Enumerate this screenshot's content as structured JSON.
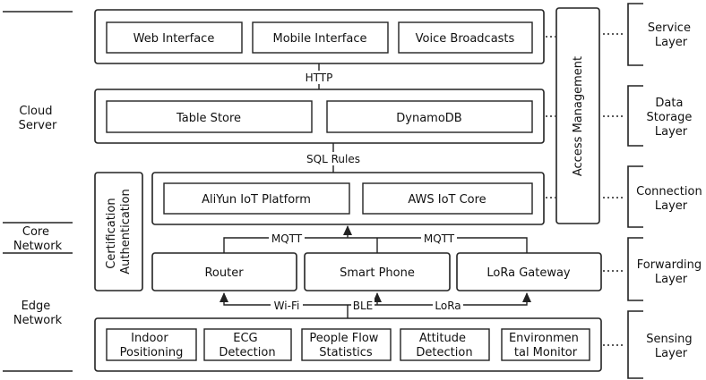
{
  "left_sections": {
    "cloud": [
      "Cloud",
      "Server"
    ],
    "core": [
      "Core",
      "Network"
    ],
    "edge": [
      "Edge",
      "Network"
    ]
  },
  "layers": {
    "service": [
      "Service",
      "Layer"
    ],
    "storage": [
      "Data",
      "Storage",
      "Layer"
    ],
    "connection": [
      "Connection",
      "Layer"
    ],
    "forwarding": [
      "Forwarding",
      "Layer"
    ],
    "sensing": [
      "Sensing",
      "Layer"
    ]
  },
  "service": {
    "items": [
      "Web Interface",
      "Mobile Interface",
      "Voice Broadcasts"
    ]
  },
  "storage": {
    "items": [
      "Table Store",
      "DynamoDB"
    ]
  },
  "connection": {
    "items": [
      "AliYun IoT Platform",
      "AWS IoT Core"
    ]
  },
  "forwarding": {
    "items": [
      "Router",
      "Smart Phone",
      "LoRa Gateway"
    ]
  },
  "sensing": {
    "items": [
      [
        "Indoor",
        "Positioning"
      ],
      [
        "ECG",
        "Detection"
      ],
      [
        "People Flow",
        "Statistics"
      ],
      [
        "Attitude",
        "Detection"
      ],
      [
        "Environmen",
        "tal Monitor"
      ]
    ]
  },
  "side_boxes": {
    "access": "Access Management",
    "cert": [
      "Certification",
      "Authentication"
    ]
  },
  "links": {
    "http": "HTTP",
    "sql": "SQL Rules",
    "mqtt_left": "MQTT",
    "mqtt_right": "MQTT",
    "wifi": "Wi-Fi",
    "ble": "BLE",
    "lora": "LoRa"
  }
}
